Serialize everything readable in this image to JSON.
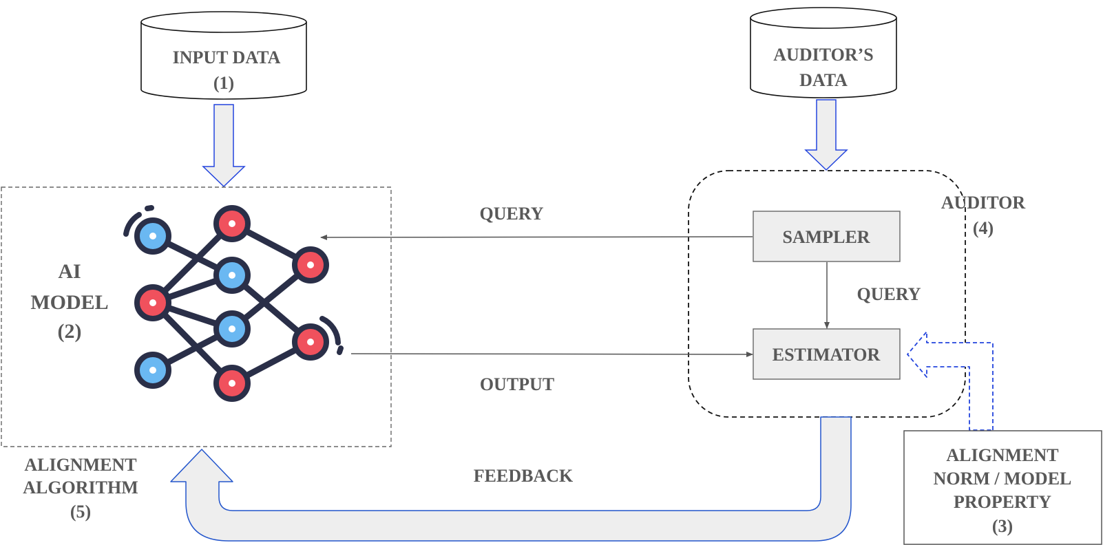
{
  "input_data": {
    "line1": "INPUT DATA",
    "line2": "(1)"
  },
  "auditors_data": {
    "line1": "AUDITOR’S",
    "line2": "DATA"
  },
  "ai_model": {
    "line1": "AI",
    "line2": "MODEL",
    "line3": "(2)"
  },
  "auditor": {
    "line1": "AUDITOR",
    "line2": "(4)"
  },
  "sampler": {
    "label": "SAMPLER"
  },
  "estimator": {
    "label": "ESTIMATOR"
  },
  "alignment_norm": {
    "line1": "ALIGNMENT",
    "line2": "NORM / MODEL",
    "line3": "PROPERTY",
    "line4": "(3)"
  },
  "alignment_algorithm": {
    "line1": "ALIGNMENT",
    "line2": "ALGORITHM",
    "line3": "(5)"
  },
  "edges": {
    "query_top": "QUERY",
    "query_inner": "QUERY",
    "output": "OUTPUT",
    "feedback": "FEEDBACK"
  },
  "colors": {
    "text": "#595959",
    "arrow_fill": "#eeeeee",
    "arrow_stroke": "#2255dd",
    "box_fill": "#eeeeee",
    "node_blue": "#6ab8f2",
    "node_red": "#f0515d",
    "network_dark": "#2a2f48"
  }
}
